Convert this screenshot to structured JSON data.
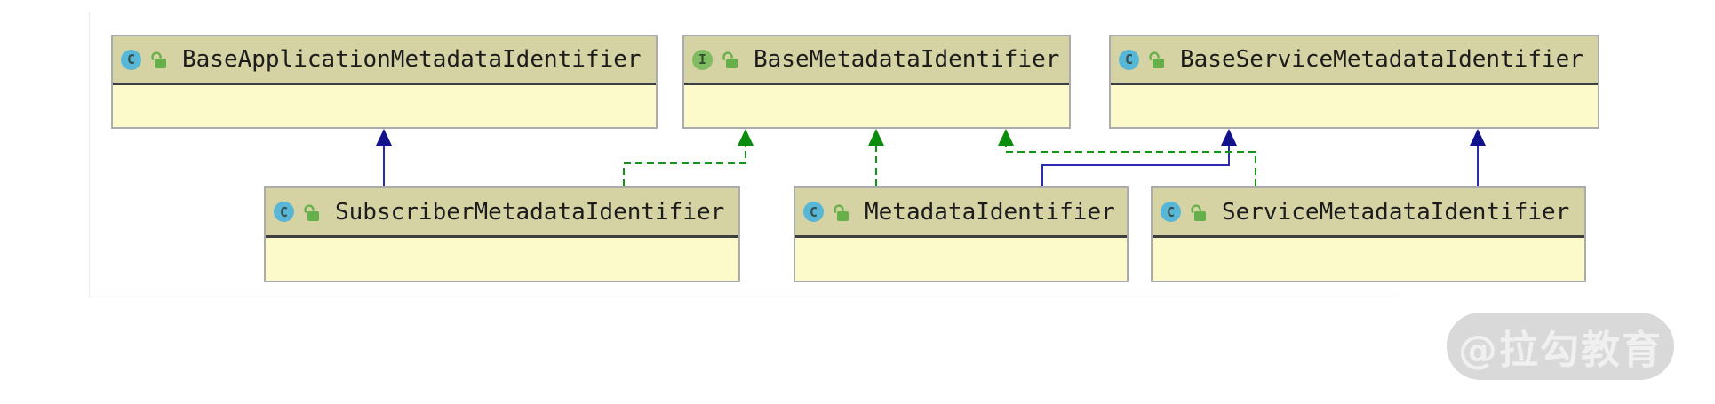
{
  "diagram": {
    "classes": [
      {
        "label": "BaseApplicationMetadataIdentifier",
        "kind": "class",
        "badge": "C"
      },
      {
        "label": "BaseMetadataIdentifier",
        "kind": "interface",
        "badge": "I"
      },
      {
        "label": "BaseServiceMetadataIdentifier",
        "kind": "class",
        "badge": "C"
      },
      {
        "label": "SubscriberMetadataIdentifier",
        "kind": "class",
        "badge": "C"
      },
      {
        "label": "MetadataIdentifier",
        "kind": "class",
        "badge": "C"
      },
      {
        "label": "ServiceMetadataIdentifier",
        "kind": "class",
        "badge": "C"
      }
    ],
    "relations": [
      {
        "from": "SubscriberMetadataIdentifier",
        "to": "BaseApplicationMetadataIdentifier",
        "type": "extends"
      },
      {
        "from": "SubscriberMetadataIdentifier",
        "to": "BaseMetadataIdentifier",
        "type": "implements"
      },
      {
        "from": "MetadataIdentifier",
        "to": "BaseMetadataIdentifier",
        "type": "implements"
      },
      {
        "from": "MetadataIdentifier",
        "to": "BaseServiceMetadataIdentifier",
        "type": "extends"
      },
      {
        "from": "ServiceMetadataIdentifier",
        "to": "BaseMetadataIdentifier",
        "type": "implements"
      },
      {
        "from": "ServiceMetadataIdentifier",
        "to": "BaseServiceMetadataIdentifier",
        "type": "extends"
      }
    ],
    "colors": {
      "header_bg": "#d5d2a3",
      "body_bg": "#fcf9cb",
      "header_divider": "#3e3e3e",
      "box_border": "#ababab",
      "class_badge_bg": "#58b7d7",
      "interface_badge_bg": "#7fbc62",
      "lock_green": "#66b04b",
      "extends_line": "#2b2bb0",
      "implements_line": "#149414"
    },
    "watermark": {
      "label": "@拉勾教育"
    }
  }
}
